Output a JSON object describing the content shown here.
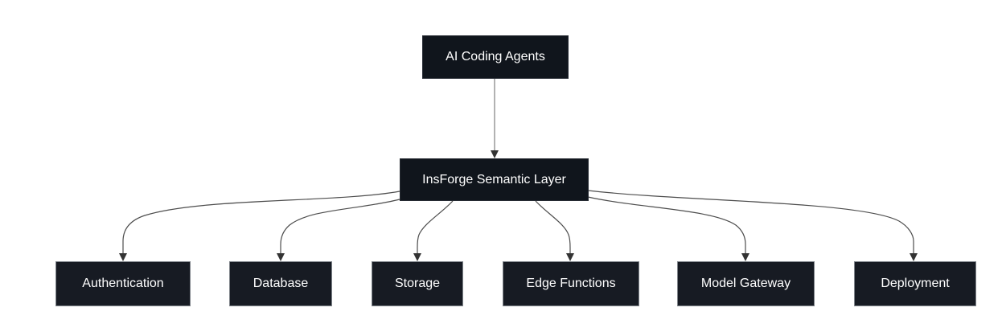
{
  "diagram": {
    "type": "flowchart",
    "direction": "top-down",
    "nodes": [
      {
        "id": "agents",
        "label": "AI Coding Agents",
        "role": "hub"
      },
      {
        "id": "insforge",
        "label": "InsForge Semantic Layer",
        "role": "hub"
      },
      {
        "id": "authentication",
        "label": "Authentication",
        "role": "leaf"
      },
      {
        "id": "database",
        "label": "Database",
        "role": "leaf"
      },
      {
        "id": "storage",
        "label": "Storage",
        "role": "leaf"
      },
      {
        "id": "edge_functions",
        "label": "Edge Functions",
        "role": "leaf"
      },
      {
        "id": "model_gateway",
        "label": "Model Gateway",
        "role": "leaf"
      },
      {
        "id": "deployment",
        "label": "Deployment",
        "role": "leaf"
      }
    ],
    "edges": [
      {
        "from": "AI Coding Agents",
        "to": "InsForge Semantic Layer"
      },
      {
        "from": "InsForge Semantic Layer",
        "to": "Authentication"
      },
      {
        "from": "InsForge Semantic Layer",
        "to": "Database"
      },
      {
        "from": "InsForge Semantic Layer",
        "to": "Storage"
      },
      {
        "from": "InsForge Semantic Layer",
        "to": "Edge Functions"
      },
      {
        "from": "InsForge Semantic Layer",
        "to": "Model Gateway"
      },
      {
        "from": "InsForge Semantic Layer",
        "to": "Deployment"
      }
    ],
    "colors": {
      "background": "#ffffff",
      "hub_node_fill": "#10151c",
      "hub_node_border": "#272c34",
      "leaf_node_fill": "#171b23",
      "leaf_node_border": "#7f848a",
      "node_text": "#ffffff",
      "edge_line": "#4d4d4d",
      "edge_line_light": "#999999",
      "arrowhead": "#333333"
    }
  }
}
